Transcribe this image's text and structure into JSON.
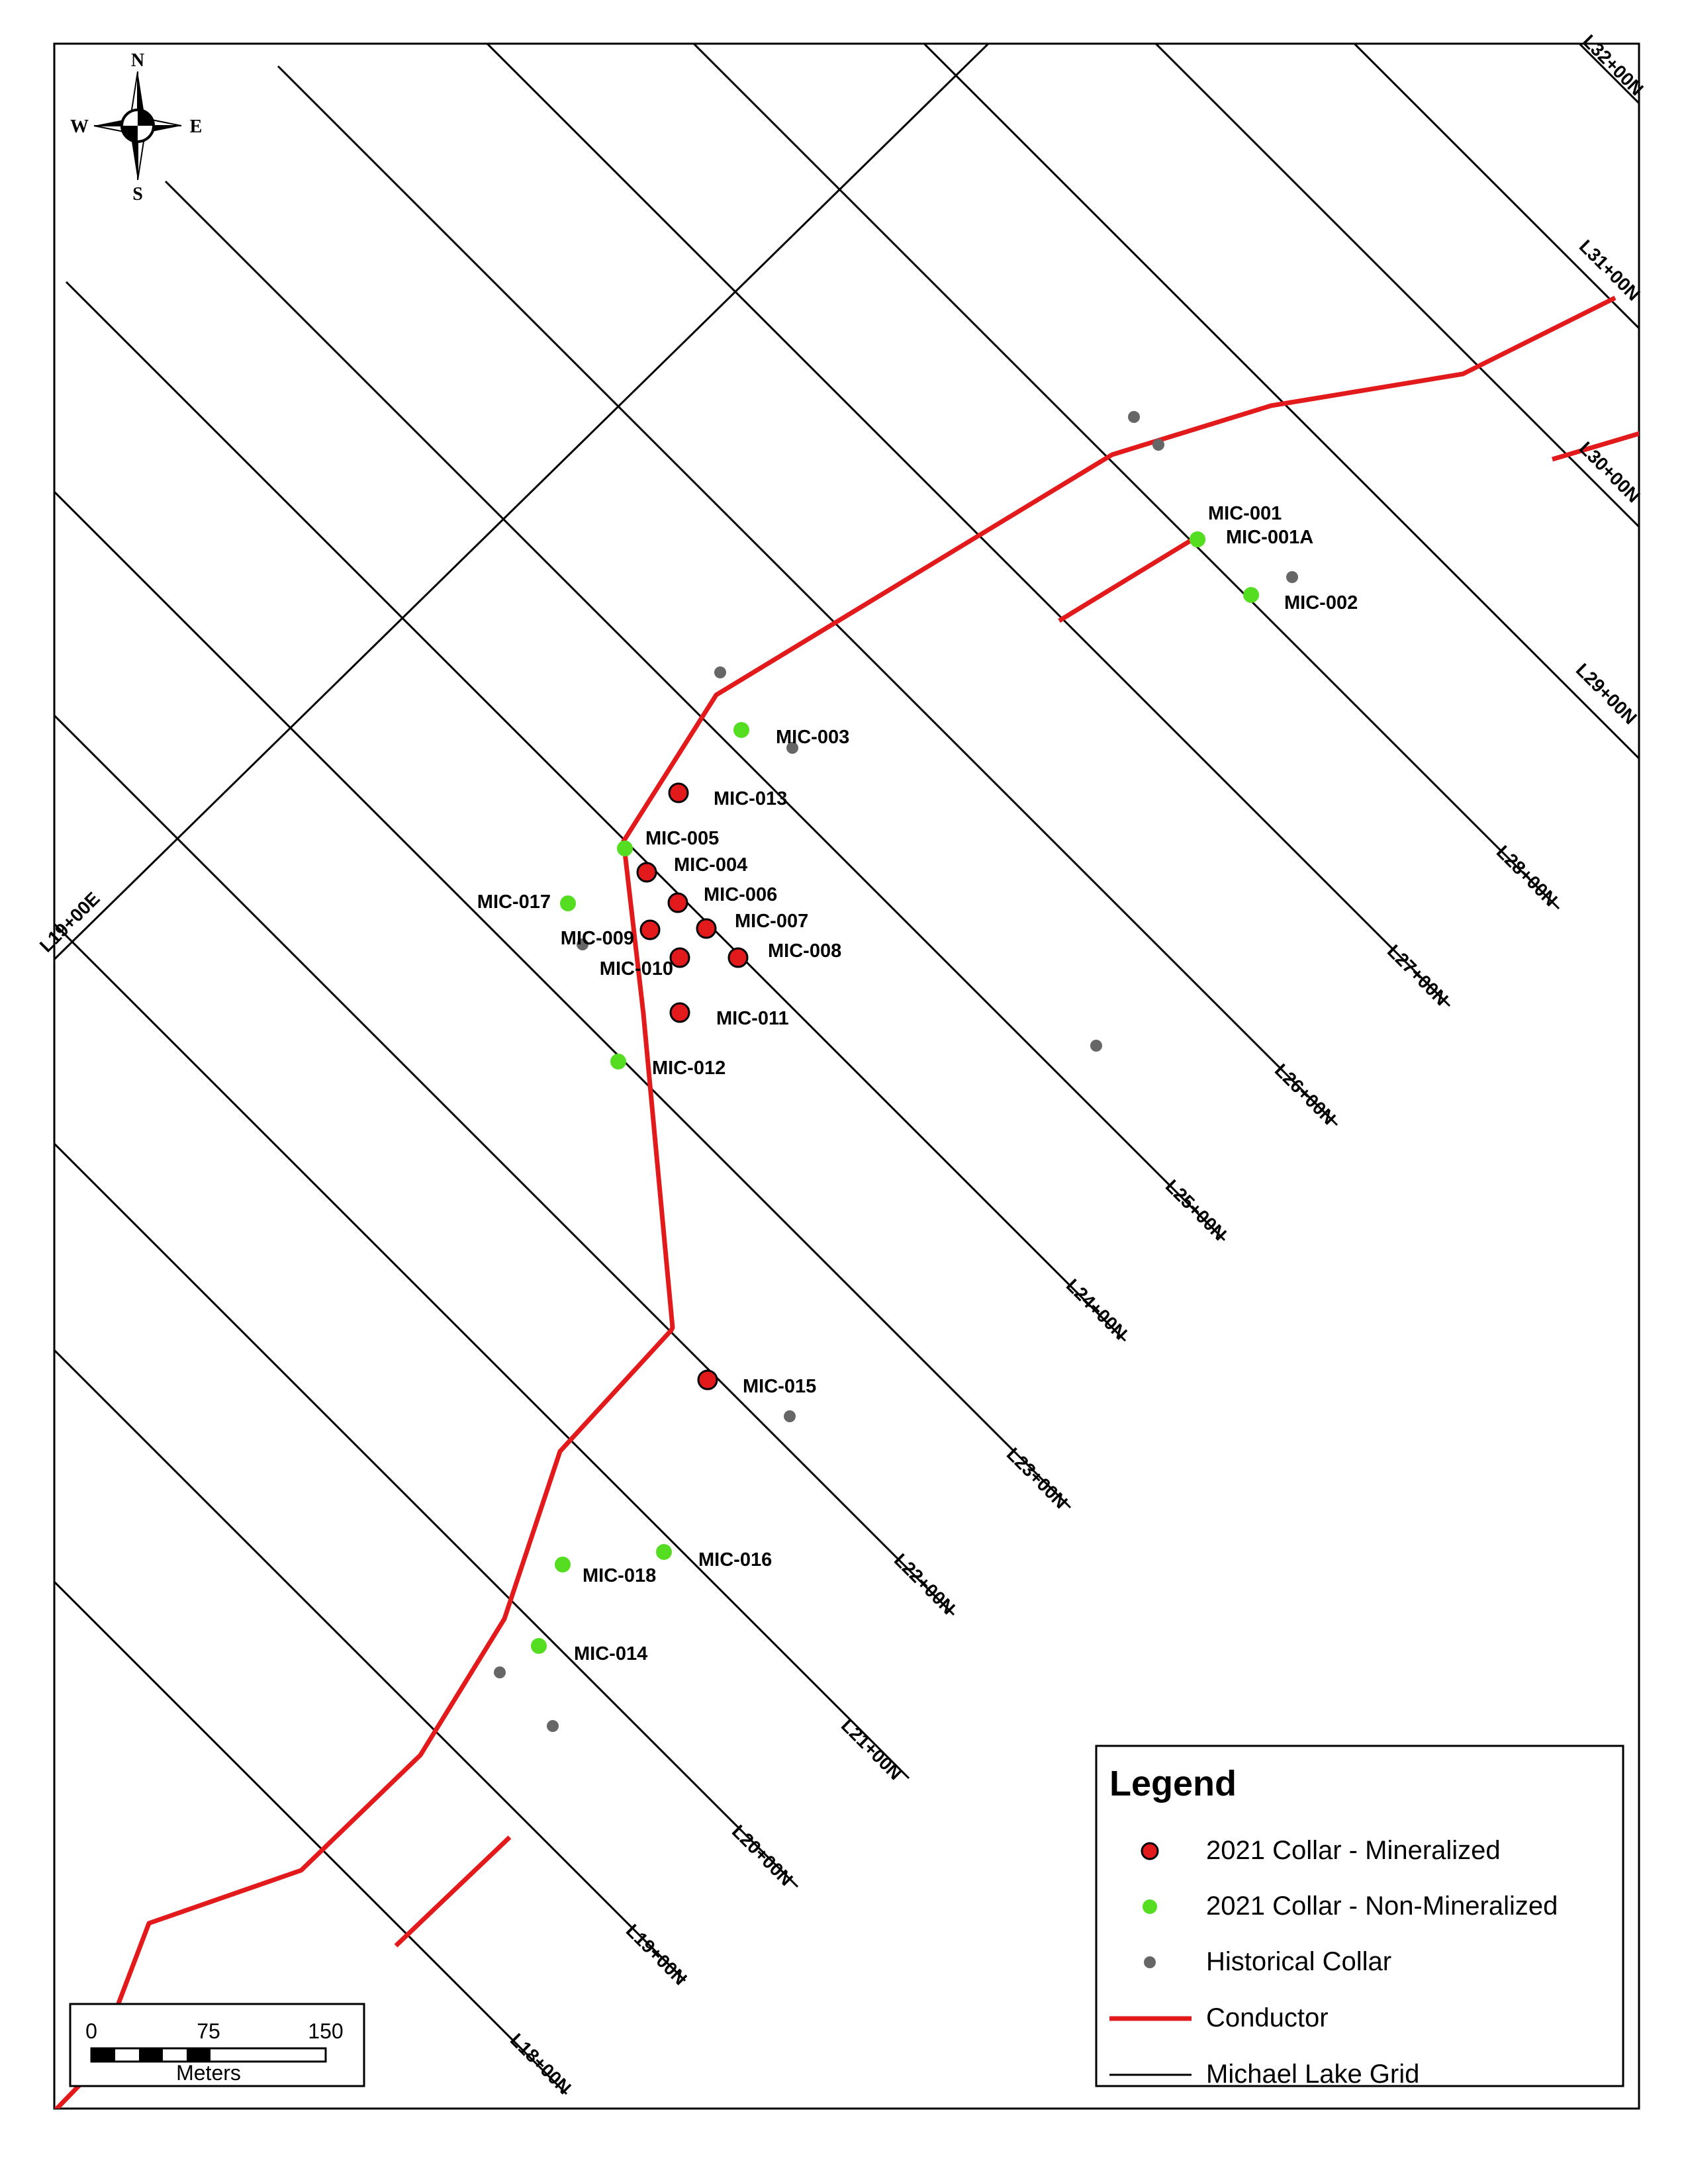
{
  "compass": {
    "north": "N",
    "south": "S",
    "east": "E",
    "west": "W"
  },
  "grid_lines": [
    {
      "label": "L18+00N"
    },
    {
      "label": "L19+00N"
    },
    {
      "label": "L20+00N"
    },
    {
      "label": "L21+00N"
    },
    {
      "label": "L22+00N"
    },
    {
      "label": "L23+00N"
    },
    {
      "label": "L24+00N"
    },
    {
      "label": "L25+00N"
    },
    {
      "label": "L26+00N"
    },
    {
      "label": "L27+00N"
    },
    {
      "label": "L28+00N"
    },
    {
      "label": "L29+00N"
    },
    {
      "label": "L30+00N"
    },
    {
      "label": "L31+00N"
    },
    {
      "label": "L32+00N"
    }
  ],
  "baseline_label": "L19+00E",
  "collars": {
    "mineralized": [
      {
        "id": "MIC-013"
      },
      {
        "id": "MIC-004"
      },
      {
        "id": "MIC-006"
      },
      {
        "id": "MIC-007"
      },
      {
        "id": "MIC-009"
      },
      {
        "id": "MIC-010"
      },
      {
        "id": "MIC-008"
      },
      {
        "id": "MIC-011"
      },
      {
        "id": "MIC-015"
      }
    ],
    "non_mineralized": [
      {
        "id": "MIC-001"
      },
      {
        "id": "MIC-001A"
      },
      {
        "id": "MIC-002"
      },
      {
        "id": "MIC-003"
      },
      {
        "id": "MIC-005"
      },
      {
        "id": "MIC-017"
      },
      {
        "id": "MIC-012"
      },
      {
        "id": "MIC-016"
      },
      {
        "id": "MIC-018"
      },
      {
        "id": "MIC-014"
      }
    ],
    "historical_count": 10
  },
  "legend": {
    "title": "Legend",
    "items": [
      {
        "label": "2021 Collar - Mineralized",
        "symbol": "red-circle",
        "color": "#e31a1c"
      },
      {
        "label": "2021 Collar - Non-Mineralized",
        "symbol": "green-dot",
        "color": "#55dd22"
      },
      {
        "label": "Historical Collar",
        "symbol": "gray-dot",
        "color": "#666666"
      },
      {
        "label": "Conductor",
        "symbol": "red-line",
        "color": "#e31a1c"
      },
      {
        "label": "Michael Lake Grid",
        "symbol": "black-line",
        "color": "#000000"
      }
    ]
  },
  "scale_bar": {
    "ticks": [
      "0",
      "75",
      "150"
    ],
    "unit": "Meters"
  },
  "colors": {
    "conductor": "#e31a1c",
    "mineralized": "#e31a1c",
    "non_mineralized": "#55dd22",
    "historical": "#666666",
    "grid": "#000000"
  }
}
